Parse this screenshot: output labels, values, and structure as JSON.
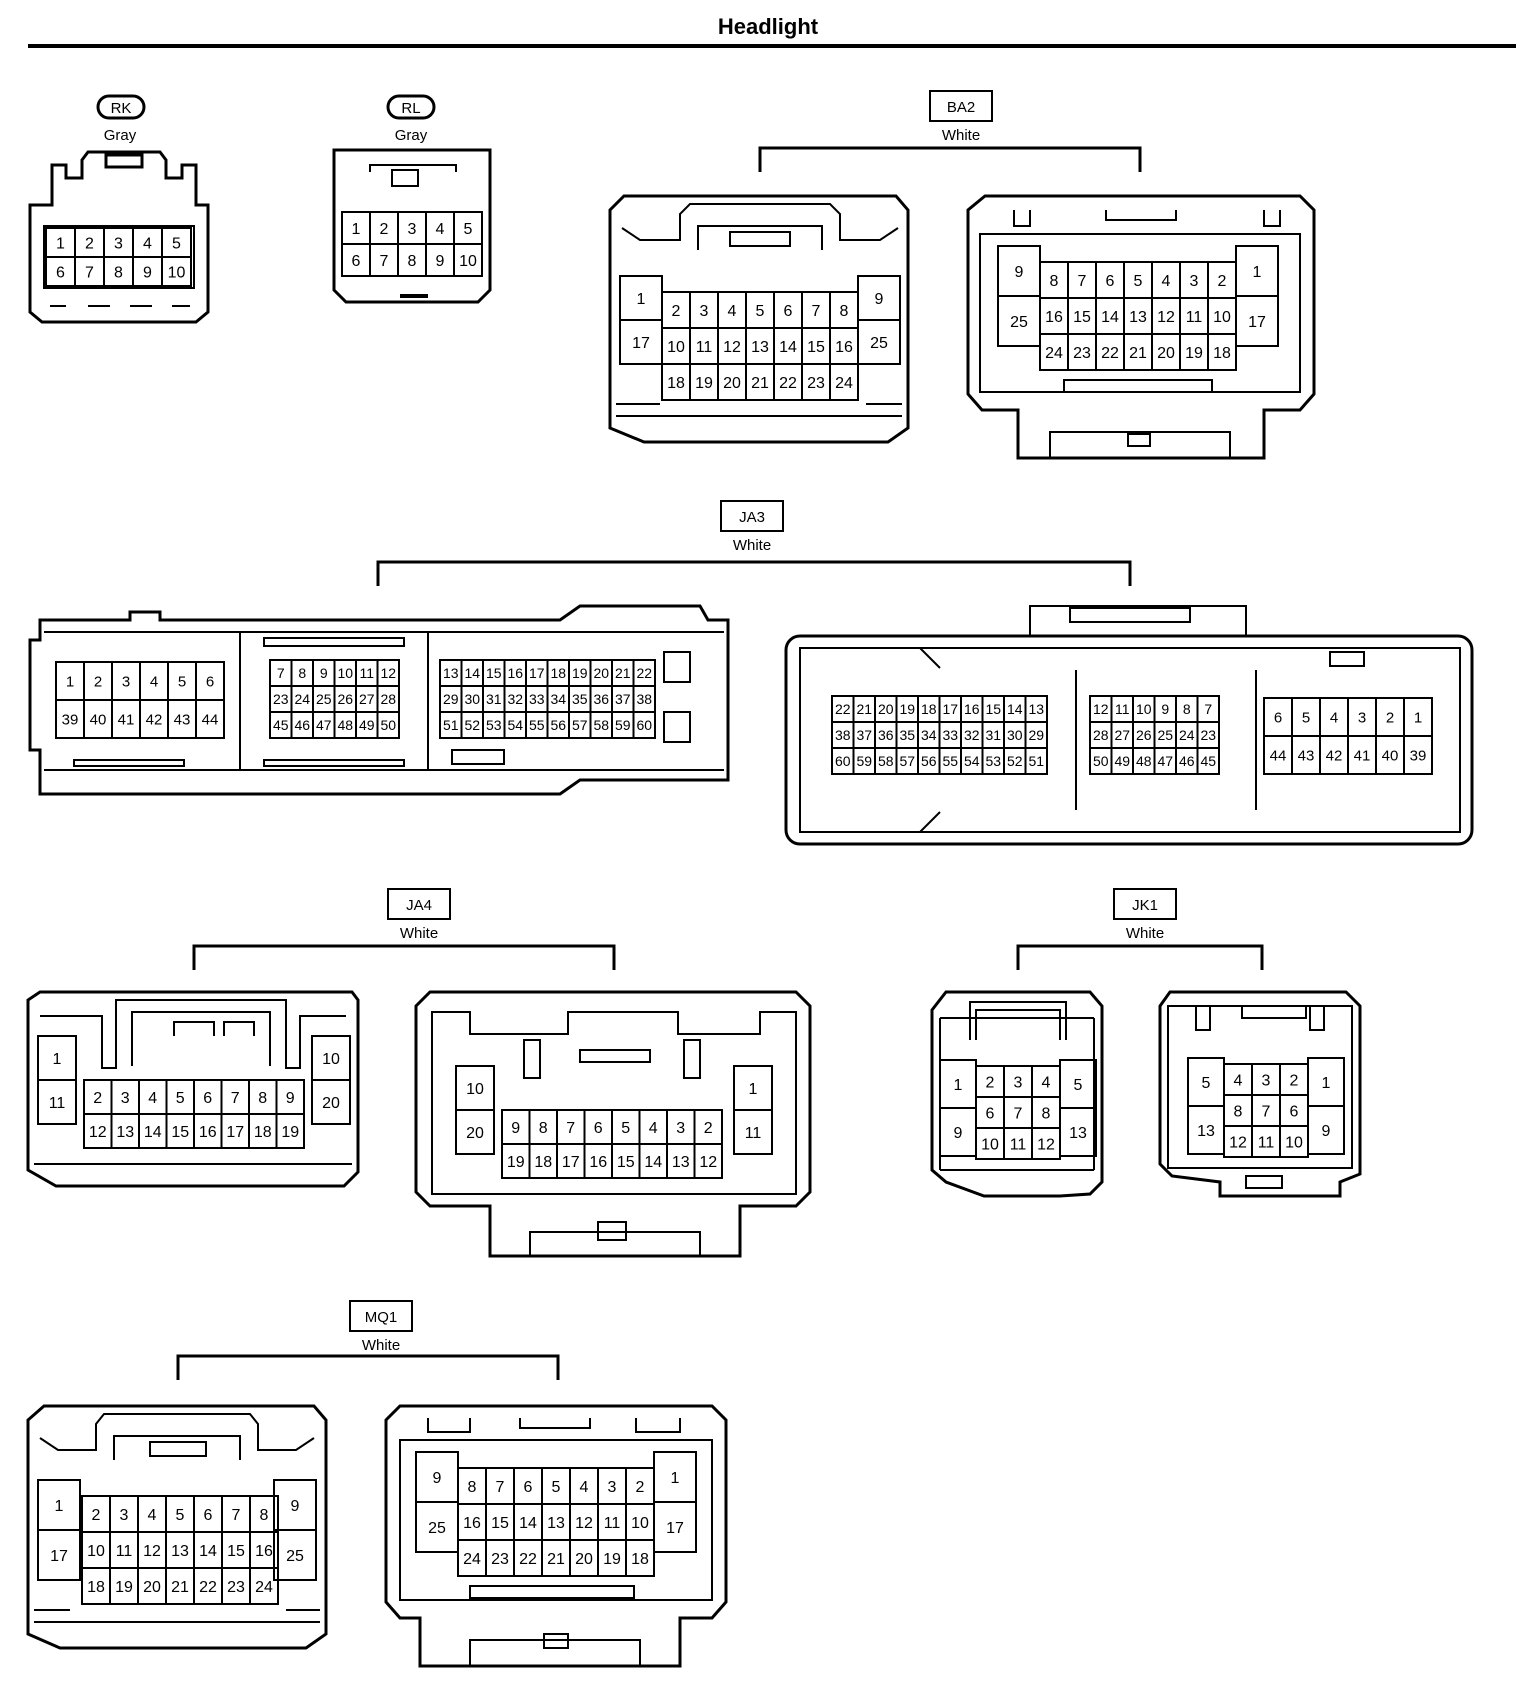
{
  "title": "Headlight",
  "connectors": {
    "RK": {
      "code": "RK",
      "color": "Gray",
      "rows": [
        [
          "1",
          "2",
          "3",
          "4",
          "5"
        ],
        [
          "6",
          "7",
          "8",
          "9",
          "10"
        ]
      ]
    },
    "RL": {
      "code": "RL",
      "color": "Gray",
      "rows": [
        [
          "1",
          "2",
          "3",
          "4",
          "5"
        ],
        [
          "6",
          "7",
          "8",
          "9",
          "10"
        ]
      ]
    },
    "BA2": {
      "code": "BA2",
      "color": "White",
      "male": {
        "left": [
          "1",
          "17"
        ],
        "right": [
          "9",
          "25"
        ],
        "rows": [
          [
            "2",
            "3",
            "4",
            "5",
            "6",
            "7",
            "8"
          ],
          [
            "10",
            "11",
            "12",
            "13",
            "14",
            "15",
            "16"
          ],
          [
            "18",
            "19",
            "20",
            "21",
            "22",
            "23",
            "24"
          ]
        ]
      },
      "female": {
        "left": [
          "9",
          "25"
        ],
        "right": [
          "1",
          "17"
        ],
        "rows": [
          [
            "8",
            "7",
            "6",
            "5",
            "4",
            "3",
            "2"
          ],
          [
            "16",
            "15",
            "14",
            "13",
            "12",
            "11",
            "10"
          ],
          [
            "24",
            "23",
            "22",
            "21",
            "20",
            "19",
            "18"
          ]
        ]
      }
    },
    "JA3": {
      "code": "JA3",
      "color": "White",
      "male": {
        "blocks": [
          [
            [
              "1",
              "2",
              "3",
              "4",
              "5",
              "6"
            ],
            [
              "39",
              "40",
              "41",
              "42",
              "43",
              "44"
            ]
          ],
          [
            [
              "7",
              "8",
              "9",
              "10",
              "11",
              "12"
            ],
            [
              "23",
              "24",
              "25",
              "26",
              "27",
              "28"
            ],
            [
              "45",
              "46",
              "47",
              "48",
              "49",
              "50"
            ]
          ],
          [
            [
              "13",
              "14",
              "15",
              "16",
              "17",
              "18",
              "19",
              "20",
              "21",
              "22"
            ],
            [
              "29",
              "30",
              "31",
              "32",
              "33",
              "34",
              "35",
              "36",
              "37",
              "38"
            ],
            [
              "51",
              "52",
              "53",
              "54",
              "55",
              "56",
              "57",
              "58",
              "59",
              "60"
            ]
          ]
        ]
      },
      "female": {
        "blocks": [
          [
            [
              "22",
              "21",
              "20",
              "19",
              "18",
              "17",
              "16",
              "15",
              "14",
              "13"
            ],
            [
              "38",
              "37",
              "36",
              "35",
              "34",
              "33",
              "32",
              "31",
              "30",
              "29"
            ],
            [
              "60",
              "59",
              "58",
              "57",
              "56",
              "55",
              "54",
              "53",
              "52",
              "51"
            ]
          ],
          [
            [
              "12",
              "11",
              "10",
              "9",
              "8",
              "7"
            ],
            [
              "28",
              "27",
              "26",
              "25",
              "24",
              "23"
            ],
            [
              "50",
              "49",
              "48",
              "47",
              "46",
              "45"
            ]
          ],
          [
            [
              "6",
              "5",
              "4",
              "3",
              "2",
              "1"
            ],
            [
              "44",
              "43",
              "42",
              "41",
              "40",
              "39"
            ]
          ]
        ]
      }
    },
    "JA4": {
      "code": "JA4",
      "color": "White",
      "male": {
        "left": [
          "1",
          "11"
        ],
        "right": [
          "10",
          "20"
        ],
        "rows": [
          [
            "2",
            "3",
            "4",
            "5",
            "6",
            "7",
            "8",
            "9"
          ],
          [
            "12",
            "13",
            "14",
            "15",
            "16",
            "17",
            "18",
            "19"
          ]
        ]
      },
      "female": {
        "left": [
          "10",
          "20"
        ],
        "right": [
          "1",
          "11"
        ],
        "rows": [
          [
            "9",
            "8",
            "7",
            "6",
            "5",
            "4",
            "3",
            "2"
          ],
          [
            "19",
            "18",
            "17",
            "16",
            "15",
            "14",
            "13",
            "12"
          ]
        ]
      }
    },
    "JK1": {
      "code": "JK1",
      "color": "White",
      "male": {
        "left": [
          "1",
          "9"
        ],
        "right": [
          "5",
          "13"
        ],
        "rows": [
          [
            "2",
            "3",
            "4"
          ],
          [
            "6",
            "7",
            "8"
          ],
          [
            "10",
            "11",
            "12"
          ]
        ]
      },
      "female": {
        "left": [
          "5",
          "13"
        ],
        "right": [
          "1",
          "9"
        ],
        "rows": [
          [
            "4",
            "3",
            "2"
          ],
          [
            "8",
            "7",
            "6"
          ],
          [
            "12",
            "11",
            "10"
          ]
        ]
      }
    },
    "MQ1": {
      "code": "MQ1",
      "color": "White",
      "male": {
        "left": [
          "1",
          "17"
        ],
        "right": [
          "9",
          "25"
        ],
        "rows": [
          [
            "2",
            "3",
            "4",
            "5",
            "6",
            "7",
            "8"
          ],
          [
            "10",
            "11",
            "12",
            "13",
            "14",
            "15",
            "16"
          ],
          [
            "18",
            "19",
            "20",
            "21",
            "22",
            "23",
            "24"
          ]
        ]
      },
      "female": {
        "left": [
          "9",
          "25"
        ],
        "right": [
          "1",
          "17"
        ],
        "rows": [
          [
            "8",
            "7",
            "6",
            "5",
            "4",
            "3",
            "2"
          ],
          [
            "16",
            "15",
            "14",
            "13",
            "12",
            "11",
            "10"
          ],
          [
            "24",
            "23",
            "22",
            "21",
            "20",
            "19",
            "18"
          ]
        ]
      }
    }
  }
}
